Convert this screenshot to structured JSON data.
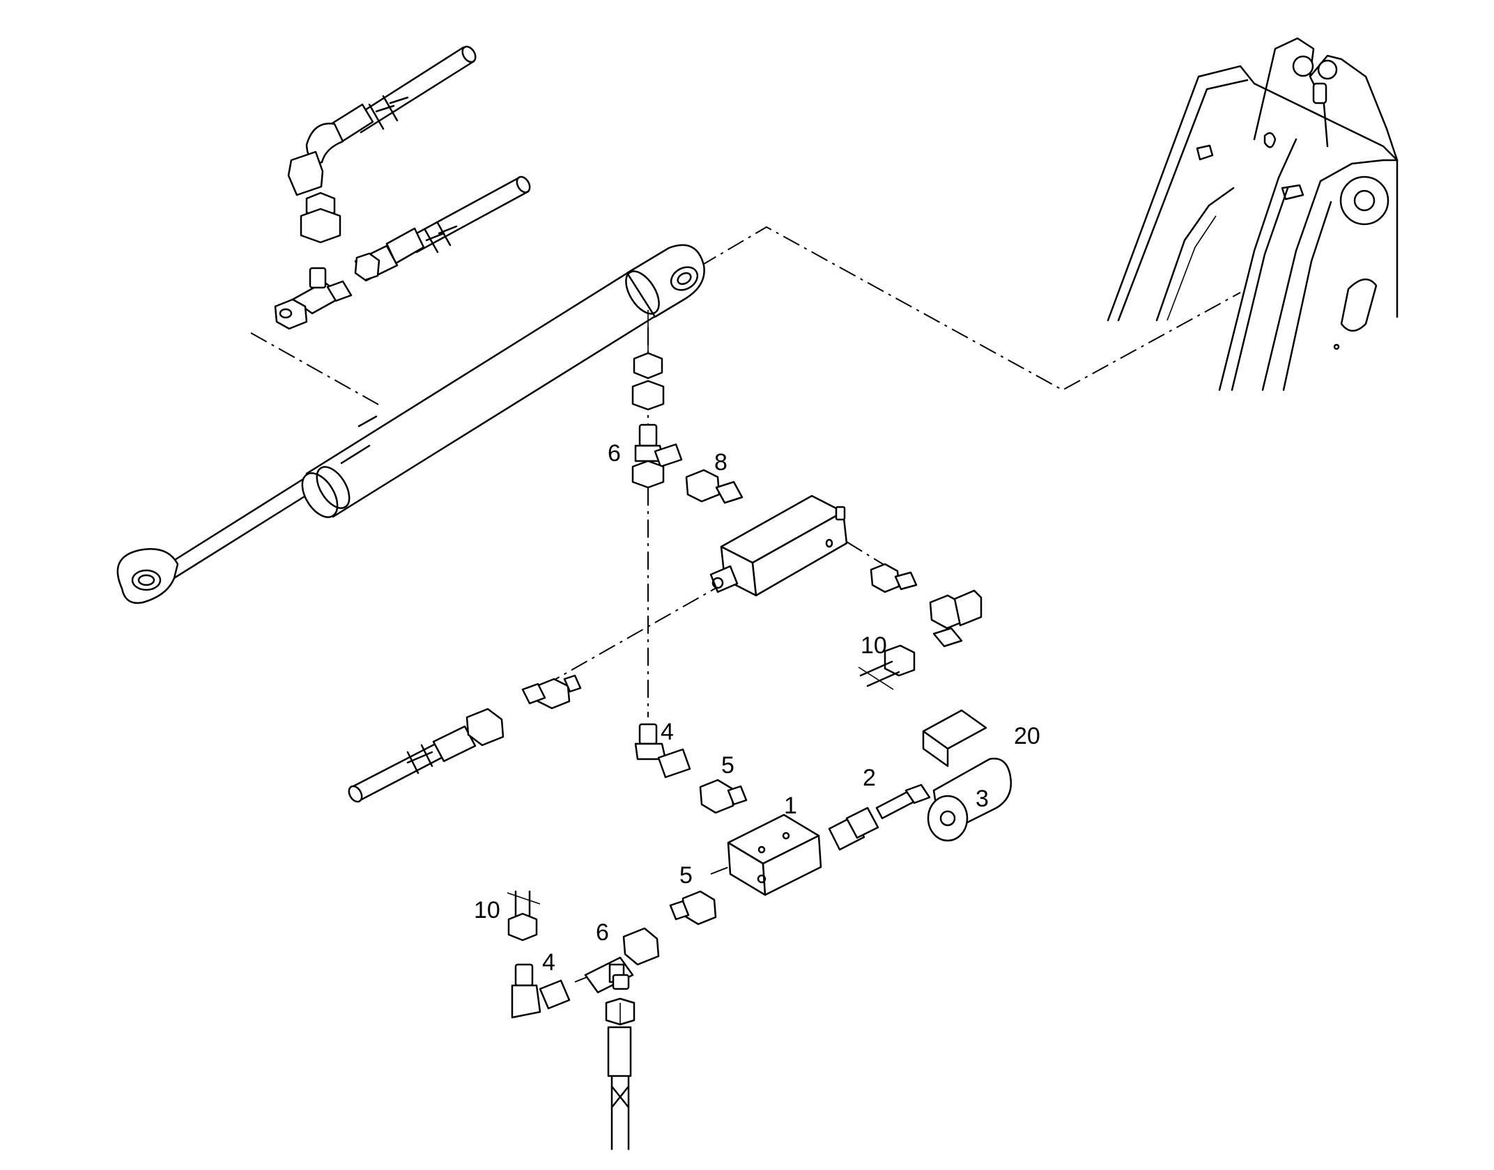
{
  "figure": {
    "callouts": [
      {
        "id": "c1",
        "text": "1"
      },
      {
        "id": "c2",
        "text": "2"
      },
      {
        "id": "c3",
        "text": "3"
      },
      {
        "id": "c4a",
        "text": "4"
      },
      {
        "id": "c4b",
        "text": "4"
      },
      {
        "id": "c5a",
        "text": "5"
      },
      {
        "id": "c5b",
        "text": "5"
      },
      {
        "id": "c6a",
        "text": "6"
      },
      {
        "id": "c6b",
        "text": "6"
      },
      {
        "id": "c8",
        "text": "8"
      },
      {
        "id": "c10a",
        "text": "10"
      },
      {
        "id": "c10b",
        "text": "10"
      },
      {
        "id": "c20",
        "text": "20"
      }
    ]
  }
}
